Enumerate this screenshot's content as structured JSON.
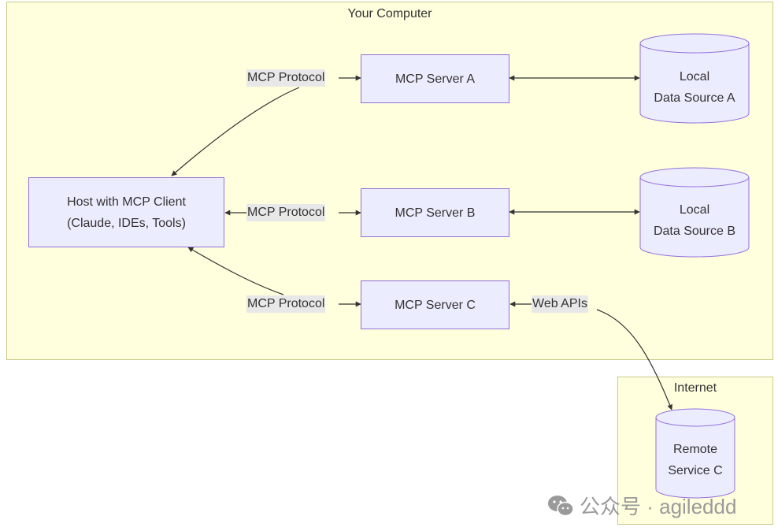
{
  "clusters": {
    "computer": {
      "label": "Your Computer"
    },
    "internet": {
      "label": "Internet"
    }
  },
  "nodes": {
    "host": {
      "line1": "Host with MCP Client",
      "line2": "(Claude, IDEs, Tools)"
    },
    "server_a": {
      "label": "MCP Server A"
    },
    "server_b": {
      "label": "MCP Server B"
    },
    "server_c": {
      "label": "MCP Server C"
    },
    "data_a": {
      "line1": "Local",
      "line2": "Data Source A"
    },
    "data_b": {
      "line1": "Local",
      "line2": "Data Source B"
    },
    "remote_c": {
      "line1": "Remote",
      "line2": "Service C"
    }
  },
  "edges": {
    "host_a": "MCP Protocol",
    "host_b": "MCP Protocol",
    "host_c": "MCP Protocol",
    "c_remote": "Web APIs"
  },
  "watermark": {
    "icon": "wechat-icon",
    "text": "公众号 · agileddd"
  },
  "colors": {
    "cluster_fill": "#ffffde",
    "cluster_border": "#c9c98a",
    "node_fill": "#ececff",
    "node_border": "#9370db",
    "edge": "#333333",
    "edge_label_bg": "#e8e8e8"
  }
}
